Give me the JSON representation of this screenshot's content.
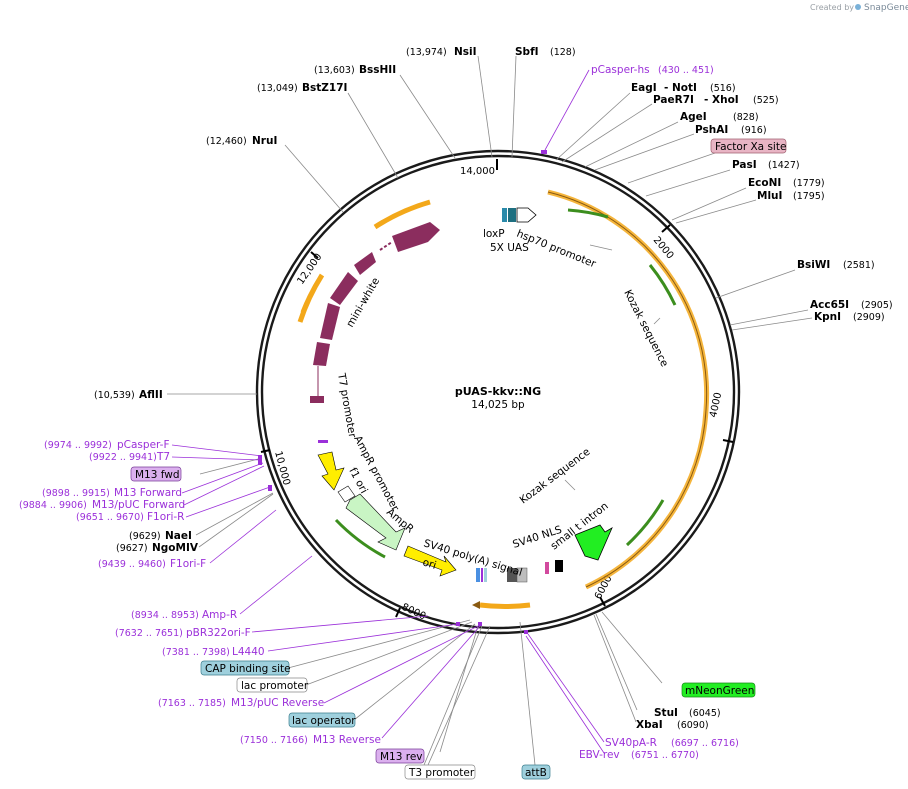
{
  "credit": "Created by",
  "brand": "SnapGene",
  "plasmid": {
    "name": "pUAS-kkv::NG",
    "size": "14,025 bp"
  },
  "ticks": [
    "14,000",
    "2000",
    "4000",
    "6000",
    "8000",
    "10,000",
    "12,000"
  ],
  "sites": {
    "nsiI": {
      "pos": "(13,974)",
      "name": "NsiI"
    },
    "sbfI": {
      "name": "SbfI",
      "pos": "(128)"
    },
    "bssHII": {
      "pos": "(13,603)",
      "name": "BssHII"
    },
    "bstZ17I": {
      "pos": "(13,049)",
      "name": "BstZ17I"
    },
    "nruI": {
      "pos": "(12,460)",
      "name": "NruI"
    },
    "eagI": {
      "name": "EagI"
    },
    "notI": {
      "name": "- NotI",
      "pos": "(516)"
    },
    "paeR7I": {
      "name": "PaeR7I"
    },
    "xhoI": {
      "name": "- XhoI",
      "pos": "(525)"
    },
    "ageI": {
      "name": "AgeI",
      "pos": "(828)"
    },
    "pshAI": {
      "name": "PshAI",
      "pos": "(916)"
    },
    "pasI": {
      "name": "PasI",
      "pos": "(1427)"
    },
    "ecoNI": {
      "name": "EcoNI",
      "pos": "(1779)"
    },
    "mluI": {
      "name": "MluI",
      "pos": "(1795)"
    },
    "bsiWI": {
      "name": "BsiWI",
      "pos": "(2581)"
    },
    "acc65I": {
      "name": "Acc65I",
      "pos": "(2905)"
    },
    "kpnI": {
      "name": "KpnI",
      "pos": "(2909)"
    },
    "aflII": {
      "pos": "(10,539)",
      "name": "AflII"
    },
    "naeI": {
      "pos": "(9629)",
      "name": "NaeI"
    },
    "ngoMIV": {
      "pos": "(9627)",
      "name": "NgoMIV"
    },
    "stuI": {
      "name": "StuI",
      "pos": "(6045)"
    },
    "xbaI": {
      "name": "XbaI",
      "pos": "(6090)"
    }
  },
  "primers": {
    "pCasperHs": {
      "name": "pCasper-hs",
      "pos": "(430 .. 451)"
    },
    "pCasperF": {
      "pos": "(9974 .. 9992)",
      "name": "pCasper-F"
    },
    "t7": {
      "pos": "(9922 .. 9941)",
      "name": "T7"
    },
    "m13Forward": {
      "pos": "(9898 .. 9915)",
      "name": "M13 Forward"
    },
    "m13pucForward": {
      "pos": "(9884 .. 9906)",
      "name": "M13/pUC Forward"
    },
    "f1oriR": {
      "pos": "(9651 .. 9670)",
      "name": "F1ori-R"
    },
    "f1oriF": {
      "pos": "(9439 .. 9460)",
      "name": "F1ori-F"
    },
    "ampR": {
      "pos": "(8934 .. 8953)",
      "name": "Amp-R"
    },
    "pbr322oriF": {
      "pos": "(7632 .. 7651)",
      "name": "pBR322ori-F"
    },
    "l4440": {
      "pos": "(7381 .. 7398)",
      "name": "L4440"
    },
    "m13pucReverse": {
      "pos": "(7163 .. 7185)",
      "name": "M13/pUC Reverse"
    },
    "m13Reverse": {
      "pos": "(7150 .. 7166)",
      "name": "M13 Reverse"
    },
    "sv40pAR": {
      "name": "SV40pA-R",
      "pos": "(6697 .. 6716)"
    },
    "ebvRev": {
      "name": "EBV-rev",
      "pos": "(6751 .. 6770)"
    }
  },
  "boxes": {
    "factorXa": "Factor Xa site",
    "m13fwd": "M13 fwd",
    "capSite": "CAP binding site",
    "lacPromoter": "lac promoter",
    "lacOperator": "lac operator",
    "m13rev": "M13 rev",
    "t3Promoter": "T3 promoter",
    "attB": "attB",
    "mNeonGreen": "mNeonGreen"
  },
  "features": {
    "loxP": "loxP",
    "hsp70": "hsp70 promoter",
    "uas": "5X UAS",
    "kozak1": "Kozak sequence",
    "kozak2": "Kozak sequence",
    "miniWhite": "mini-white",
    "t7promoter": "T7 promoter",
    "ampRpromoter": "AmpR promoter",
    "f1ori": "f1 ori",
    "ampR": "AmpR",
    "sv40polyA": "SV40 poly(A) signal",
    "ori": "ori",
    "sv40nls": "SV40 NLS",
    "smallT": "small t intron"
  },
  "colors": {
    "backbone": "#1a1a1a",
    "miniWhite": "#8b2d5e",
    "ampR": "#c9f5c4",
    "ori": "#ffee00",
    "mNeonGreen": "#22ee22",
    "orangeArc": "#f3a81a",
    "greenArc": "#3c8e1e",
    "primer": "#9b30d9",
    "factorXaBox": "#e8b4c4",
    "m13fwdBox": "#dbb0ee",
    "cyanBox": "#9fd0dd"
  }
}
